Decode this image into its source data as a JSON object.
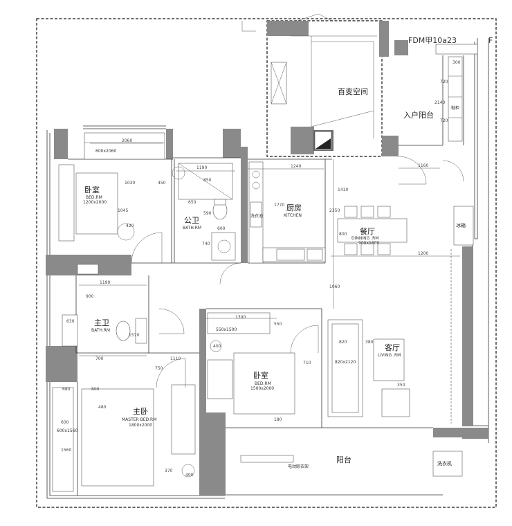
{
  "labels": {
    "flex_space": "百变空间",
    "fdm": "FDM甲10a23",
    "fdm_edge": "F",
    "entry_balcony": "入户阳台",
    "bedroom_nw_cn": "卧室",
    "bedroom_nw_en": "BED.RM",
    "bedroom_nw_size": "1200x2000",
    "public_bath_cn": "公卫",
    "public_bath_en": "BATH.RM",
    "kitchen_cn": "厨房",
    "kitchen_en": "KITCHEN",
    "dining_cn": "餐厅",
    "dining_en": "DINNING .RM",
    "dining_size": "900x1600",
    "fridge": "冰箱",
    "laundry": "洗衣机",
    "wash_basin": "洗衣池",
    "shoe_cabinet": "鞋柜",
    "master_bath_cn": "主卫",
    "master_bath_en": "BATH.RM",
    "bedroom_c_cn": "卧室",
    "bedroom_c_en": "BED.RM",
    "bedroom_c_size": "1500x2000",
    "living_cn": "客厅",
    "living_en": "LIVING .RM",
    "master_cn": "主卧",
    "master_en": "MASTER BED.RM",
    "master_size": "1800x2000",
    "balcony_cn": "阳台",
    "drying_rack": "电动晾衣架",
    "desk_size": "600x2060",
    "wardrobe_a": "600x1560",
    "sofa_size": "820x2120",
    "table_size": "550x1500"
  },
  "dimensions": {
    "d2060": "2060",
    "d1190a": "1190",
    "d1030": "1030",
    "d450": "450",
    "d1045": "1045",
    "d850": "850",
    "d650": "650",
    "d590": "590",
    "d740": "740",
    "d600a": "600",
    "d1240": "1240",
    "d1770": "1770",
    "d2350": "2350",
    "d1410": "1410",
    "d800": "800",
    "d1160": "1160",
    "d1200": "1200",
    "d2140": "2140",
    "d300": "300",
    "d720a": "720",
    "d720b": "720",
    "d1190b": "1190",
    "d900": "900",
    "d630": "630",
    "d1570": "1570",
    "d700": "700",
    "d1110": "1110",
    "d750": "750",
    "d1060": "1060",
    "d1300": "1300",
    "d550": "550",
    "d710": "710",
    "d820": "820",
    "d380": "380",
    "d680": "680",
    "d480": "480",
    "d800b": "800",
    "d370": "370",
    "d400a": "400",
    "d400b": "400",
    "d180": "180",
    "d1560": "1560",
    "d600b": "600",
    "d350": "350",
    "d420": "420"
  }
}
